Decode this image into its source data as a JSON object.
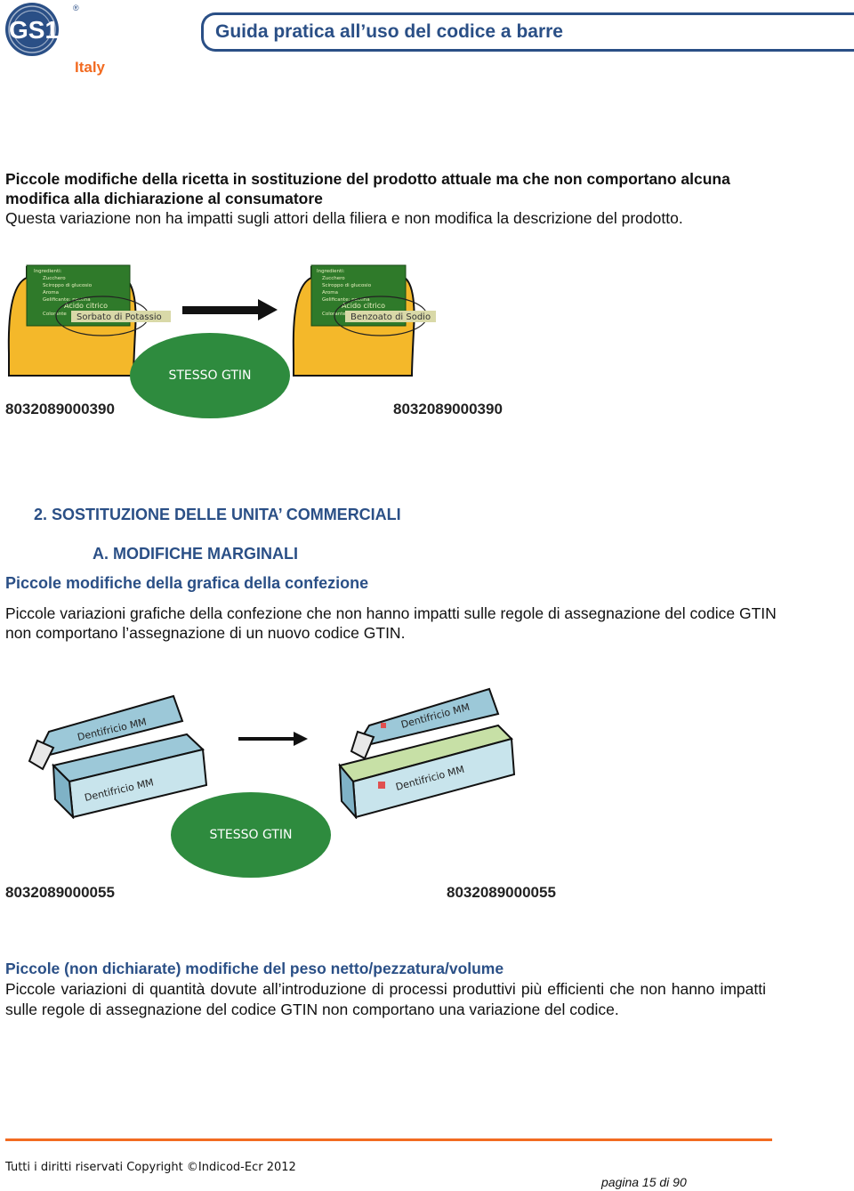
{
  "header": {
    "logo_text": "GS1",
    "title": "Guida pratica all’uso del codice a barre",
    "country": "Italy"
  },
  "section1": {
    "title": "Piccole modifiche della ricetta in sostituzione del prodotto attuale ma che non comportano alcuna modifica alla dichiarazione al consumatore",
    "description": "Questa variazione non ha impatti sugli attori della filiera e non modifica la descrizione del prodotto.",
    "left_label": {
      "ingredients": [
        "Ingredienti:",
        "Zucchero",
        "Sciroppo di glucosio",
        "Aroma",
        "Gelificante: pectina",
        "Acido citrico",
        "Colorante"
      ],
      "highlight": "Sorbato di Potassio"
    },
    "right_label": {
      "ingredients": [
        "Ingredienti:",
        "Zucchero",
        "Sciroppo di glucosio",
        "Aroma",
        "Gelificante: pectina",
        "Acido citrico",
        "Colorante"
      ],
      "highlight": "Benzoato di Sodio"
    },
    "badge": "STESSO GTIN",
    "gtin_left": "8032089000390",
    "gtin_right": "8032089000390"
  },
  "section2": {
    "heading": "2.  SOSTITUZIONE DELLE UNITA’ COMMERCIALI"
  },
  "sectionA": {
    "heading": "A.  MODIFICHE MARGINALI",
    "subtitle": "Piccole modifiche della grafica della confezione",
    "description": "Piccole variazioni grafiche della confezione che non hanno impatti sulle regole di assegnazione del codice GTIN non comportano l’assegnazione di un nuovo codice GTIN.",
    "product_text": "Dentifricio MM",
    "badge": "STESSO GTIN",
    "gtin_left": "8032089000055",
    "gtin_right": "8032089000055"
  },
  "section3": {
    "title": "Piccole (non dichiarate) modifiche del peso netto/pezzatura/volume",
    "description": "Piccole variazioni di quantità dovute all’introduzione di processi produttivi più efficienti che non hanno impatti sulle regole di assegnazione del codice GTIN non comportano una  variazione del codice."
  },
  "footer": {
    "copyright": "Tutti i diritti riservati Copyright ©Indicod-Ecr 2012",
    "page": "pagina 15 di 90"
  },
  "colors": {
    "brand_blue": "#2a4f86",
    "brand_orange": "#f26b21",
    "badge_green": "#2e8b3e",
    "jar_yellow": "#f4b82a",
    "label_green": "#2f7a2a"
  }
}
